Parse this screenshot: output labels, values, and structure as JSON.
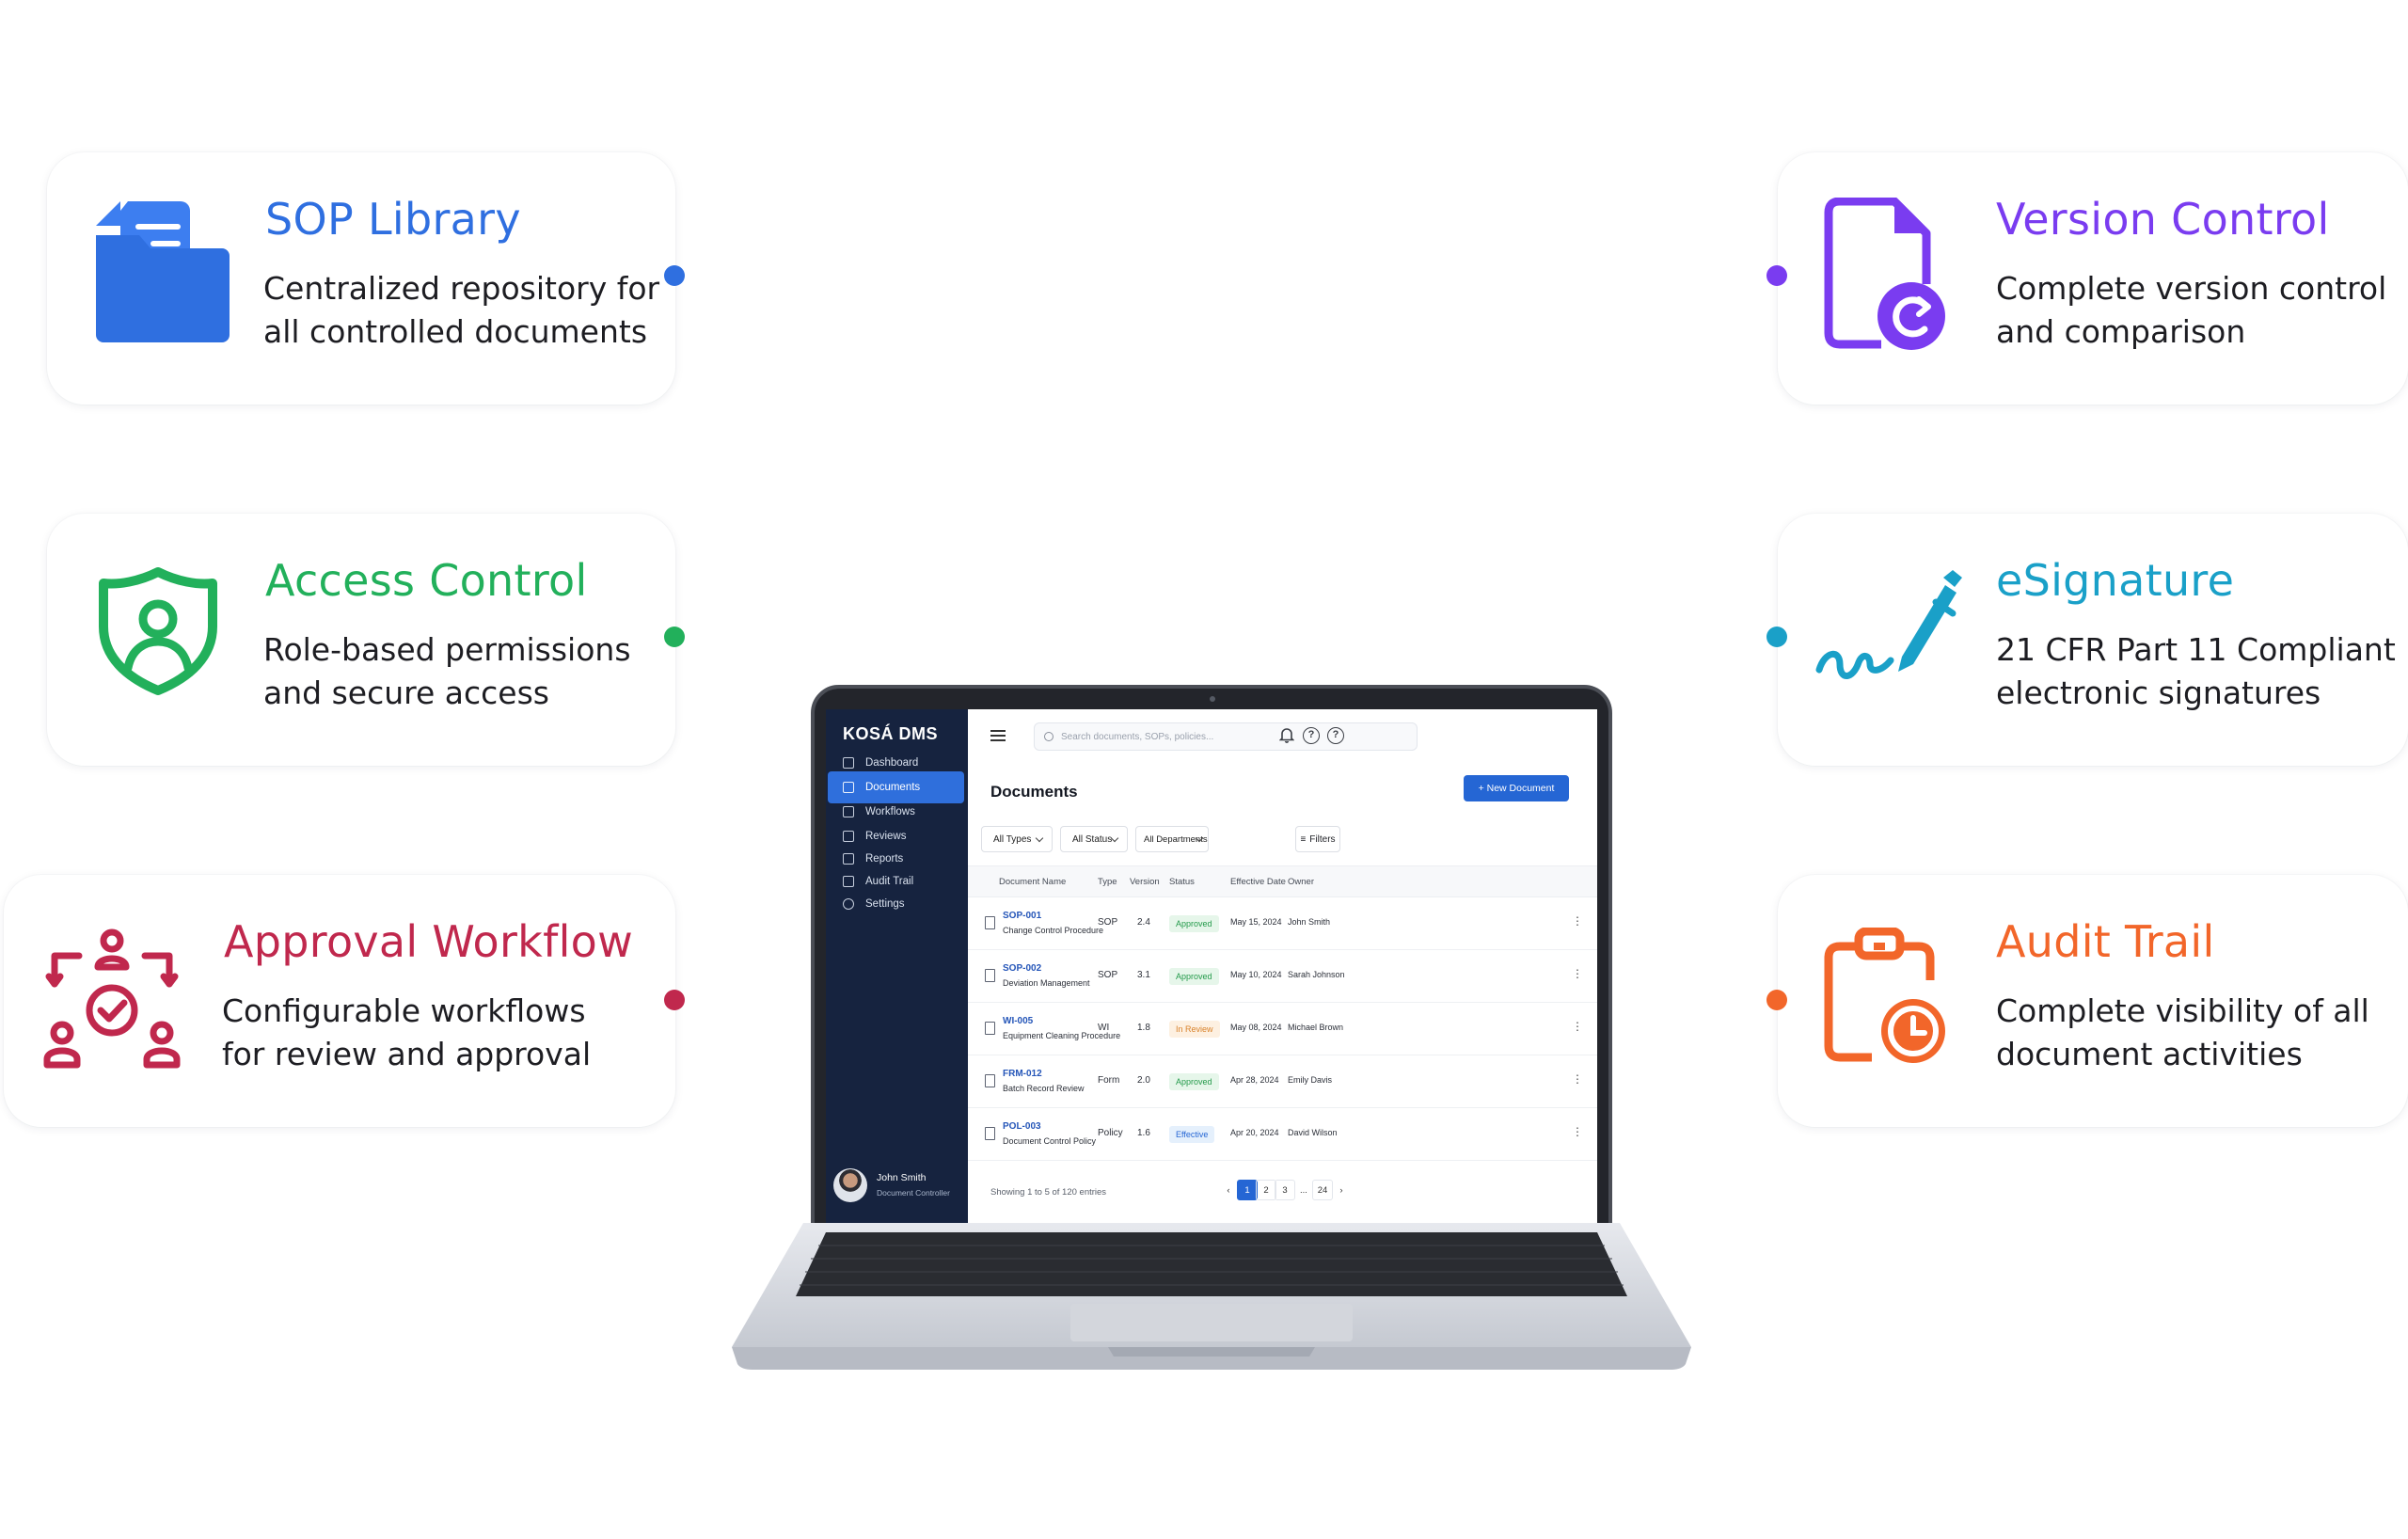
{
  "features": [
    {
      "title": "SOP Library",
      "desc": "Centralized repository  for\nall controlled documents",
      "color": "#2f6fe0",
      "icon": "folder-document-icon"
    },
    {
      "title": "Access Control",
      "desc": "Role-based permissions\nand secure access",
      "color": "#22b05b",
      "icon": "shield-user-icon"
    },
    {
      "title": "Approval Workflow",
      "desc": "Configurable workflows\nfor review and approval",
      "color": "#c0284d",
      "icon": "workflow-users-icon"
    },
    {
      "title": "Version Control",
      "desc": "Complete version control\nand comparison",
      "color": "#7a3cf0",
      "icon": "document-refresh-icon"
    },
    {
      "title": "eSignature",
      "desc": "21 CFR Part 11 Compliant\nelectronic signatures",
      "color": "#1aa0c8",
      "icon": "pen-signature-icon"
    },
    {
      "title": "Audit Trail",
      "desc": "Complete visibility of all\ndocument activities",
      "color": "#f2662a",
      "icon": "clipboard-clock-icon"
    }
  ],
  "app": {
    "brand": "KOSÁ DMS",
    "nav": [
      {
        "label": "Dashboard",
        "icon": "home-icon"
      },
      {
        "label": "Documents",
        "icon": "document-icon",
        "active": true
      },
      {
        "label": "Workflows",
        "icon": "workflow-icon"
      },
      {
        "label": "Reviews",
        "icon": "review-icon"
      },
      {
        "label": "Reports",
        "icon": "report-icon"
      },
      {
        "label": "Audit Trail",
        "icon": "audit-icon"
      },
      {
        "label": "Settings",
        "icon": "gear-icon"
      }
    ],
    "user": {
      "name": "John Smith",
      "role": "Document Controller"
    },
    "search_placeholder": "Search documents, SOPs, policies...",
    "page_title": "Documents",
    "new_button": "+ New Document",
    "filters": {
      "types": "All Types",
      "status": "All Status",
      "departments": "All Departments",
      "filters_button": "Filters"
    },
    "columns": [
      "Document Name",
      "Type",
      "Version",
      "Status",
      "Effective Date",
      "Owner"
    ],
    "rows": [
      {
        "code": "SOP-001",
        "name": "Change Control Procedure",
        "type": "SOP",
        "version": "2.4",
        "status": "Approved",
        "date": "May 15, 2024",
        "owner": "John Smith"
      },
      {
        "code": "SOP-002",
        "name": "Deviation Management",
        "type": "SOP",
        "version": "3.1",
        "status": "Approved",
        "date": "May 10, 2024",
        "owner": "Sarah Johnson"
      },
      {
        "code": "WI-005",
        "name": "Equipment Cleaning Procedure",
        "type": "WI",
        "version": "1.8",
        "status": "In Review",
        "date": "May 08, 2024",
        "owner": "Michael Brown"
      },
      {
        "code": "FRM-012",
        "name": "Batch Record Review",
        "type": "Form",
        "version": "2.0",
        "status": "Approved",
        "date": "Apr 28, 2024",
        "owner": "Emily Davis"
      },
      {
        "code": "POL-003",
        "name": "Document Control Policy",
        "type": "Policy",
        "version": "1.6",
        "status": "Effective",
        "date": "Apr 20, 2024",
        "owner": "David Wilson"
      }
    ],
    "status_colors": {
      "Approved": [
        "#e6f6ea",
        "#239a4a"
      ],
      "In Review": [
        "#fdf0e1",
        "#d9822b"
      ],
      "Effective": [
        "#e5f0fc",
        "#2566d4"
      ]
    },
    "showing": "Showing 1 to 5 of 120 entries",
    "pages": [
      "‹",
      "1",
      "2",
      "3",
      "...",
      "24",
      "›"
    ],
    "current_page": "1"
  }
}
